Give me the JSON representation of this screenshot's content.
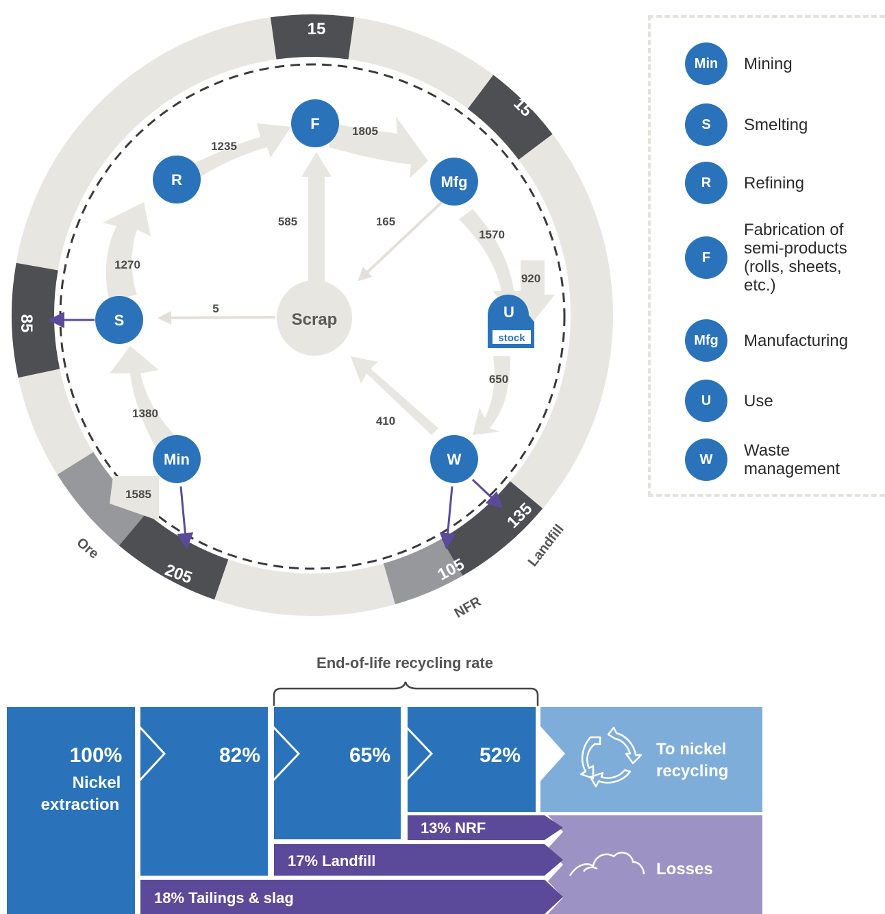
{
  "nodes": {
    "min": "Min",
    "s": "S",
    "r": "R",
    "f": "F",
    "mfg": "Mfg",
    "u": "U",
    "u_stock": "stock",
    "w": "W",
    "scrap": "Scrap"
  },
  "flows": {
    "ore_to_min": "1585",
    "min_to_s": "1380",
    "s_to_r": "1270",
    "r_to_f": "1235",
    "f_to_mfg": "1805",
    "mfg_to_u": "1570",
    "into_u": "920",
    "u_to_w": "650",
    "w_to_scrap": "410",
    "scrap_to_f": "585",
    "mfg_to_scrap": "165",
    "scrap_to_s": "5"
  },
  "ring": {
    "top": "15",
    "top_right": "15",
    "left": "85",
    "bottom_left": "205",
    "nfr": "105",
    "landfill": "135",
    "label_ore": "Ore",
    "label_nfr": "NFR",
    "label_landfill": "Landfill"
  },
  "legend": [
    {
      "code": "Min",
      "label": "Mining"
    },
    {
      "code": "S",
      "label": "Smelting"
    },
    {
      "code": "R",
      "label": "Refining"
    },
    {
      "code": "F",
      "label": "Fabrication of semi-products (rolls, sheets, etc.)"
    },
    {
      "code": "Mfg",
      "label": "Manufacturing"
    },
    {
      "code": "U",
      "label": "Use"
    },
    {
      "code": "W",
      "label": "Waste management"
    }
  ],
  "bottom": {
    "title": "End-of-life recycling rate",
    "p100": "100%",
    "extraction_line1": "Nickel",
    "extraction_line2": "extraction",
    "p82": "82%",
    "p65": "65%",
    "p52": "52%",
    "recycling_line1": "To nickel",
    "recycling_line2": "recycling",
    "nrf": "13% NRF",
    "landfill": "17% Landfill",
    "tailings": "18% Tailings & slag",
    "losses": "Losses"
  },
  "colors": {
    "node_blue": "#2a73bb",
    "ring_beige": "#e8e6e0",
    "ring_dark": "#4d4f53",
    "ring_grey": "#96989b",
    "loss_purple": "#5b4a9a",
    "recycle_light_blue": "#7fadd9",
    "losses_lavender": "#9d92c4"
  }
}
